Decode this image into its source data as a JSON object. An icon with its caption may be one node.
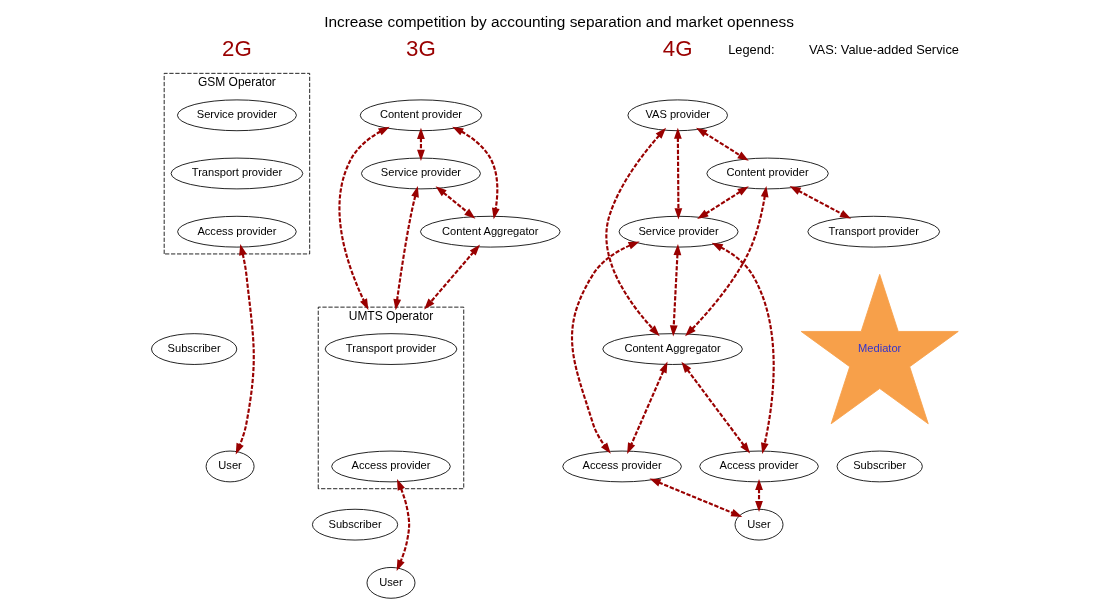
{
  "diagram": {
    "title": "Increase competition by accounting separation and market openness",
    "nodes": [
      {
        "text": [
          "GSM Operator"
        ]
      },
      {
        "text": [
          "Service provider"
        ],
        "in": 0
      },
      {
        "text": [
          "Transport provider"
        ],
        "in": 0
      },
      {
        "text": [
          "Access provider"
        ],
        "in": 0
      },
      {
        "text": [
          "Subscriber"
        ]
      },
      {
        "text": [
          "User"
        ]
      },
      {
        "text": [
          "Content provider"
        ]
      },
      {
        "text": [
          "Service provider"
        ]
      },
      {
        "text": [
          "Content Aggregator"
        ]
      },
      {
        "text": [
          "UMTS Operator"
        ]
      },
      {
        "text": [
          "Transport provider"
        ],
        "in": 9
      },
      {
        "text": [
          "Access provider"
        ],
        "in": 9
      },
      {
        "text": [
          "Subscriber"
        ]
      },
      {
        "text": [
          "User"
        ]
      },
      {
        "text": [
          "VAS provider"
        ]
      },
      {
        "text": [
          "Content provider"
        ]
      },
      {
        "text": [
          "Service provider"
        ]
      },
      {
        "text": [
          "Content Aggregator"
        ]
      },
      {
        "text": [
          "Transport provider"
        ]
      },
      {
        "text": [
          "Access provider"
        ]
      },
      {
        "text": [
          "Access provider"
        ]
      },
      {
        "text": [
          "Mediator"
        ]
      },
      {
        "text": [
          "Subscriber"
        ]
      },
      {
        "text": [
          "User"
        ]
      }
    ],
    "edges": [
      {
        "from": 3,
        "to": 5,
        "arrow": "both"
      },
      {
        "from": 6,
        "to": 7,
        "arrow": "both"
      },
      {
        "from": 6,
        "to": 8,
        "arrow": "both"
      },
      {
        "from": 7,
        "to": 8,
        "arrow": "both"
      },
      {
        "from": 6,
        "to": 9,
        "arrow": "both"
      },
      {
        "from": 7,
        "to": 9,
        "arrow": "both"
      },
      {
        "from": 8,
        "to": 9,
        "arrow": "both"
      },
      {
        "from": 11,
        "to": 13,
        "arrow": "both"
      },
      {
        "from": 14,
        "to": 16,
        "arrow": "both"
      },
      {
        "from": 14,
        "to": 15,
        "arrow": "both"
      },
      {
        "from": 14,
        "to": 17,
        "arrow": "both"
      },
      {
        "from": 15,
        "to": 16,
        "arrow": "both"
      },
      {
        "from": 15,
        "to": 17,
        "arrow": "both"
      },
      {
        "from": 16,
        "to": 17,
        "arrow": "both"
      },
      {
        "from": 15,
        "to": 18,
        "arrow": "both"
      },
      {
        "from": 16,
        "to": 19,
        "arrow": "both"
      },
      {
        "from": 17,
        "to": 20,
        "arrow": "both"
      },
      {
        "from": 16,
        "to": 20,
        "arrow": "both"
      },
      {
        "from": 17,
        "to": 19,
        "arrow": "both"
      },
      {
        "from": 19,
        "to": 23,
        "arrow": "both"
      },
      {
        "from": 20,
        "to": 23,
        "arrow": "both"
      }
    ],
    "labels": [
      "2G",
      "3G",
      "4G",
      "Legend:",
      "VAS: Value-added Service"
    ]
  }
}
